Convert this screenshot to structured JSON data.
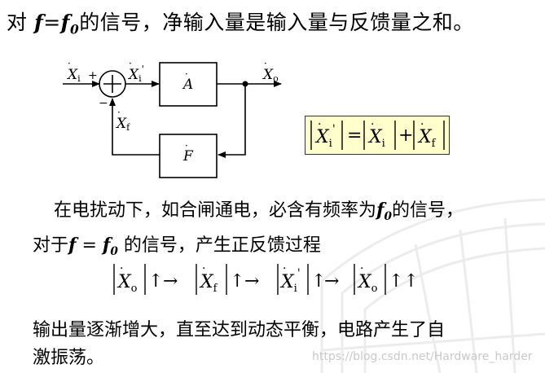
{
  "title": {
    "prefix": "对 ",
    "f": "f",
    "eq": "=",
    "f0": "f",
    "f0_sub": "0",
    "suffix": "的信号，净输入量是输入量与反馈量之和。"
  },
  "diagram": {
    "input": "X",
    "input_sub": "i",
    "plus": "+",
    "minus": "−",
    "net_input": "X",
    "net_input_sub": "i",
    "net_input_prime": "'",
    "amplifier": "A",
    "output": "X",
    "output_sub": "o",
    "feedback_network": "F",
    "feedback": "X",
    "feedback_sub": "f"
  },
  "formula_boxed": {
    "net": "X",
    "net_sub": "i",
    "net_prime": "'",
    "equals": "=",
    "input": "X",
    "input_sub": "i",
    "plus": "+",
    "feedback": "X",
    "feedback_sub": "f"
  },
  "para1": {
    "text_a": "在电扰动下，如合闸通电，必含有频率为",
    "f": "f",
    "f_sub": "0",
    "text_b": "的信号，"
  },
  "para2": {
    "text_a": "对于",
    "f": "f",
    "eq": " = ",
    "f0": "f",
    "f0_sub": "0",
    "text_b": " 的信号，产生正反馈过程"
  },
  "chain": {
    "x_o": "X",
    "sub_o": "o",
    "x_f": "X",
    "sub_f": "f",
    "x_i": "X",
    "sub_i": "i",
    "prime": "'",
    "x_o2": "X",
    "sub_o2": "o",
    "up": "↑",
    "arrow": "→",
    "up_up": "↑↑"
  },
  "para3": "输出量逐渐增大，直至达到动态平衡，电路产生了自",
  "para4": "激振荡。",
  "watermark": "https://blog.csdn.net/Hardware_harder",
  "colors": {
    "formula_bg": "#ffffcc",
    "watermark": "#c9c9c9",
    "arch": "#f3f3f3"
  }
}
